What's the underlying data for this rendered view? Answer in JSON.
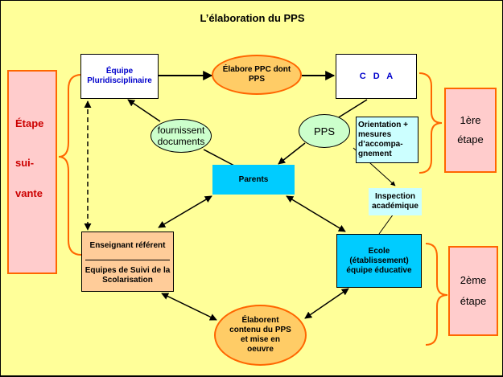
{
  "title": "L’élaboration du PPS",
  "nodes": {
    "equipe": "Équipe Pluridisciplinaire",
    "elabore": "Élabore PPC dont PPS",
    "cda": "C D A",
    "fournissent": "fournissent documents",
    "pps": "PPS",
    "orientation": "Orientation + mesures d’accompa-gnement",
    "parents": "Parents",
    "inspection": "Inspection académique",
    "enseignant": "Enseignant référent",
    "equipes_suivi": "Equipes de Suivi de la Scolarisation",
    "ecole": "Ecole (établissement) équipe éducative",
    "elaborent": "Élaborent contenu du PPS et mise en oeuvre"
  },
  "stages": {
    "etape_suivante": [
      "Étape",
      "sui-",
      "vante"
    ],
    "premiere": [
      "1ère",
      "étape"
    ],
    "deuxieme": [
      "2ème",
      "étape"
    ]
  },
  "colors": {
    "background": "#ffff99",
    "accent_orange": "#ff6600",
    "cyan": "#00ccff",
    "light_cyan": "#ccffff",
    "peach": "#ffcc99",
    "pink": "#ffcccc",
    "ellipse_orange": "#ffcc66",
    "ellipse_green": "#ccffcc",
    "blue_text": "#0000cc"
  }
}
